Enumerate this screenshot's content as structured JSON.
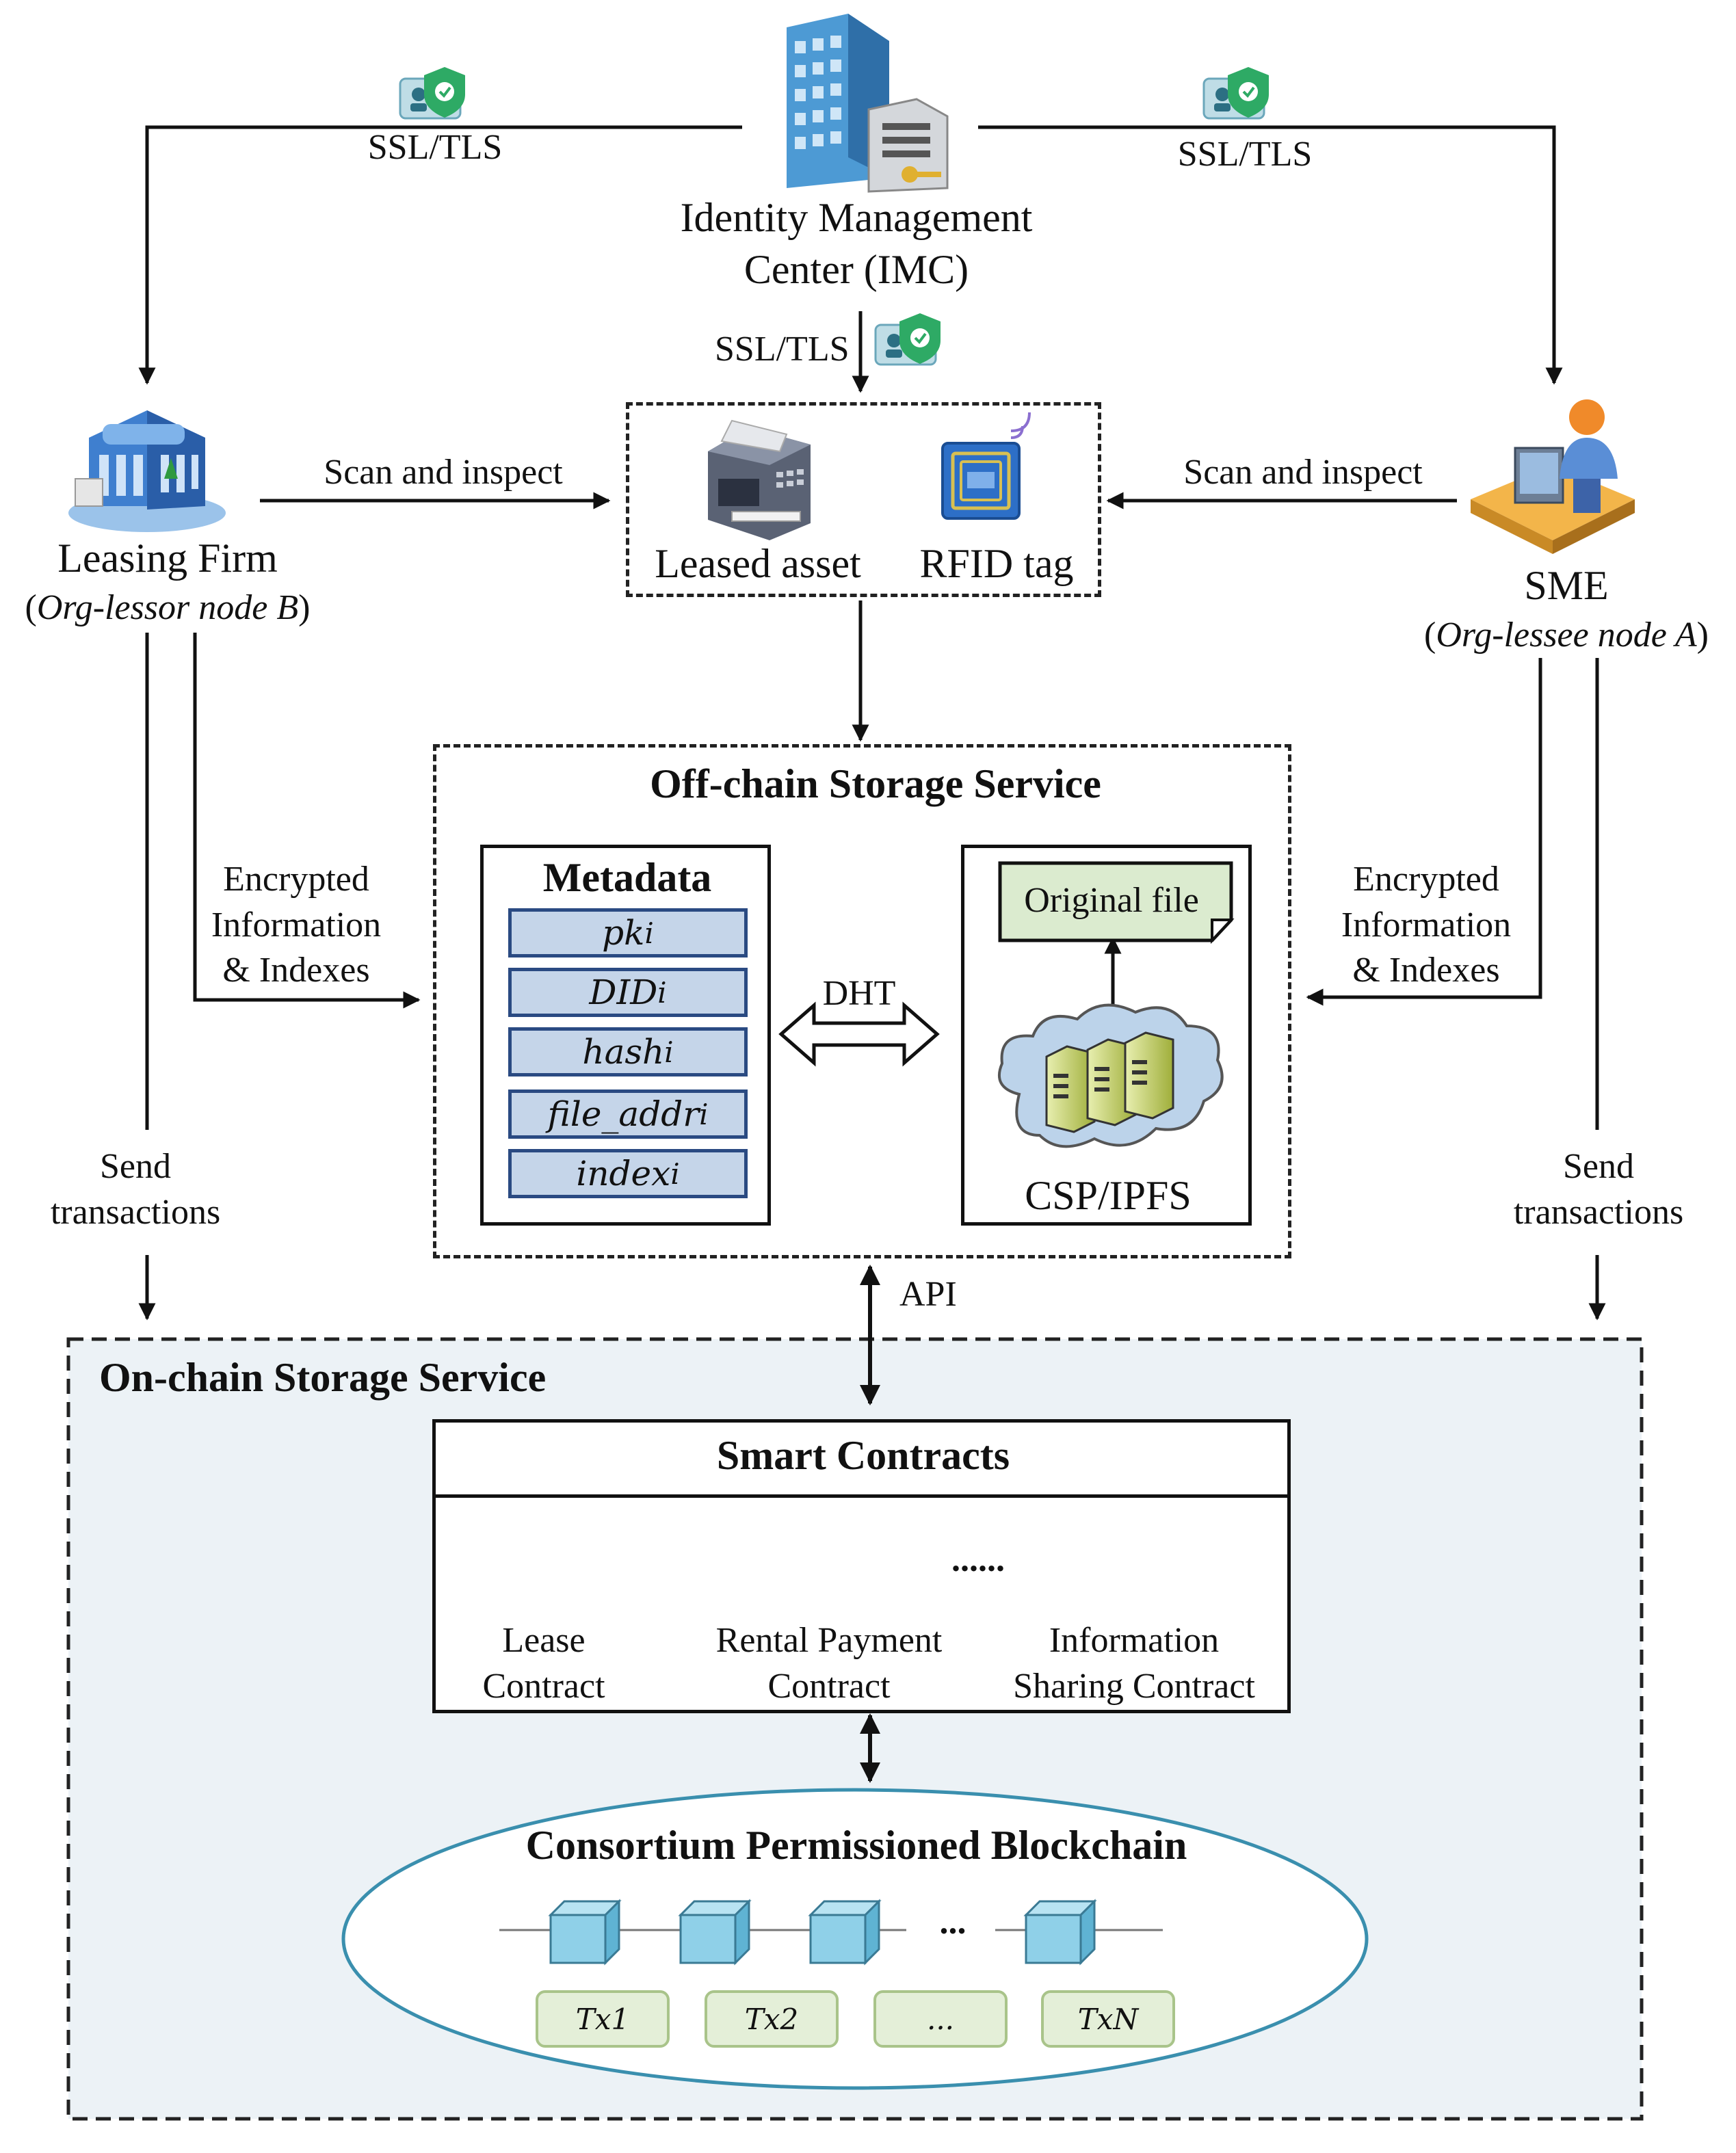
{
  "imc": {
    "line1": "Identity Management",
    "line2": "Center (IMC)"
  },
  "ssl_tls": {
    "left": "SSL/TLS",
    "right": "SSL/TLS",
    "center": "SSL/TLS"
  },
  "leasing_firm": {
    "name": "Leasing Firm",
    "role_open": "(",
    "role": "Org-lessor node B",
    "role_close": ")"
  },
  "sme": {
    "name": "SME",
    "role_open": "(",
    "role": "Org-lessee node A",
    "role_close": ")"
  },
  "scan": {
    "left": "Scan and inspect",
    "right": "Scan and inspect"
  },
  "asset_box": {
    "leased_asset": "Leased asset",
    "rfid_tag": "RFID tag"
  },
  "encrypted_left": [
    "Encrypted",
    "Information",
    "& Indexes"
  ],
  "encrypted_right": [
    "Encrypted",
    "Information",
    "& Indexes"
  ],
  "send_left": [
    "Send",
    "transactions"
  ],
  "send_right": [
    "Send",
    "transactions"
  ],
  "offchain": {
    "title": "Off-chain Storage Service",
    "metadata_title": "Metadata",
    "metadata_items": [
      {
        "base": "pk",
        "sub": "i"
      },
      {
        "base": "DID",
        "sub": "i"
      },
      {
        "base": "hash",
        "sub": "i"
      },
      {
        "base": "file_addr",
        "sub": "i"
      },
      {
        "base": "index",
        "sub": "i"
      }
    ],
    "dht": "DHT",
    "original_file": "Original file",
    "csp": "CSP/IPFS"
  },
  "api": "API",
  "onchain": {
    "title": "On-chain Storage Service",
    "smart_contracts": "Smart Contracts",
    "contracts": [
      {
        "line1": "Lease",
        "line2": "Contract"
      },
      {
        "line1": "Rental Payment",
        "line2": "Contract"
      },
      {
        "line1": "Information",
        "line2": "Sharing Contract"
      }
    ],
    "ellipsis": "......",
    "blockchain_title": "Consortium Permissioned Blockchain",
    "chain_ellipsis": "...",
    "transactions": [
      "Tx1",
      "Tx2",
      "...",
      "TxN"
    ]
  },
  "colors": {
    "onchain_bg": "#ecf2f6",
    "ellipse_stroke": "#3a8fae",
    "cube": "#7ec8e3",
    "tx_fill": "#e4efd8",
    "meta_fill": "#c5d5e9",
    "doc": "#6f8fe0",
    "file_fill": "#dbebcf"
  }
}
